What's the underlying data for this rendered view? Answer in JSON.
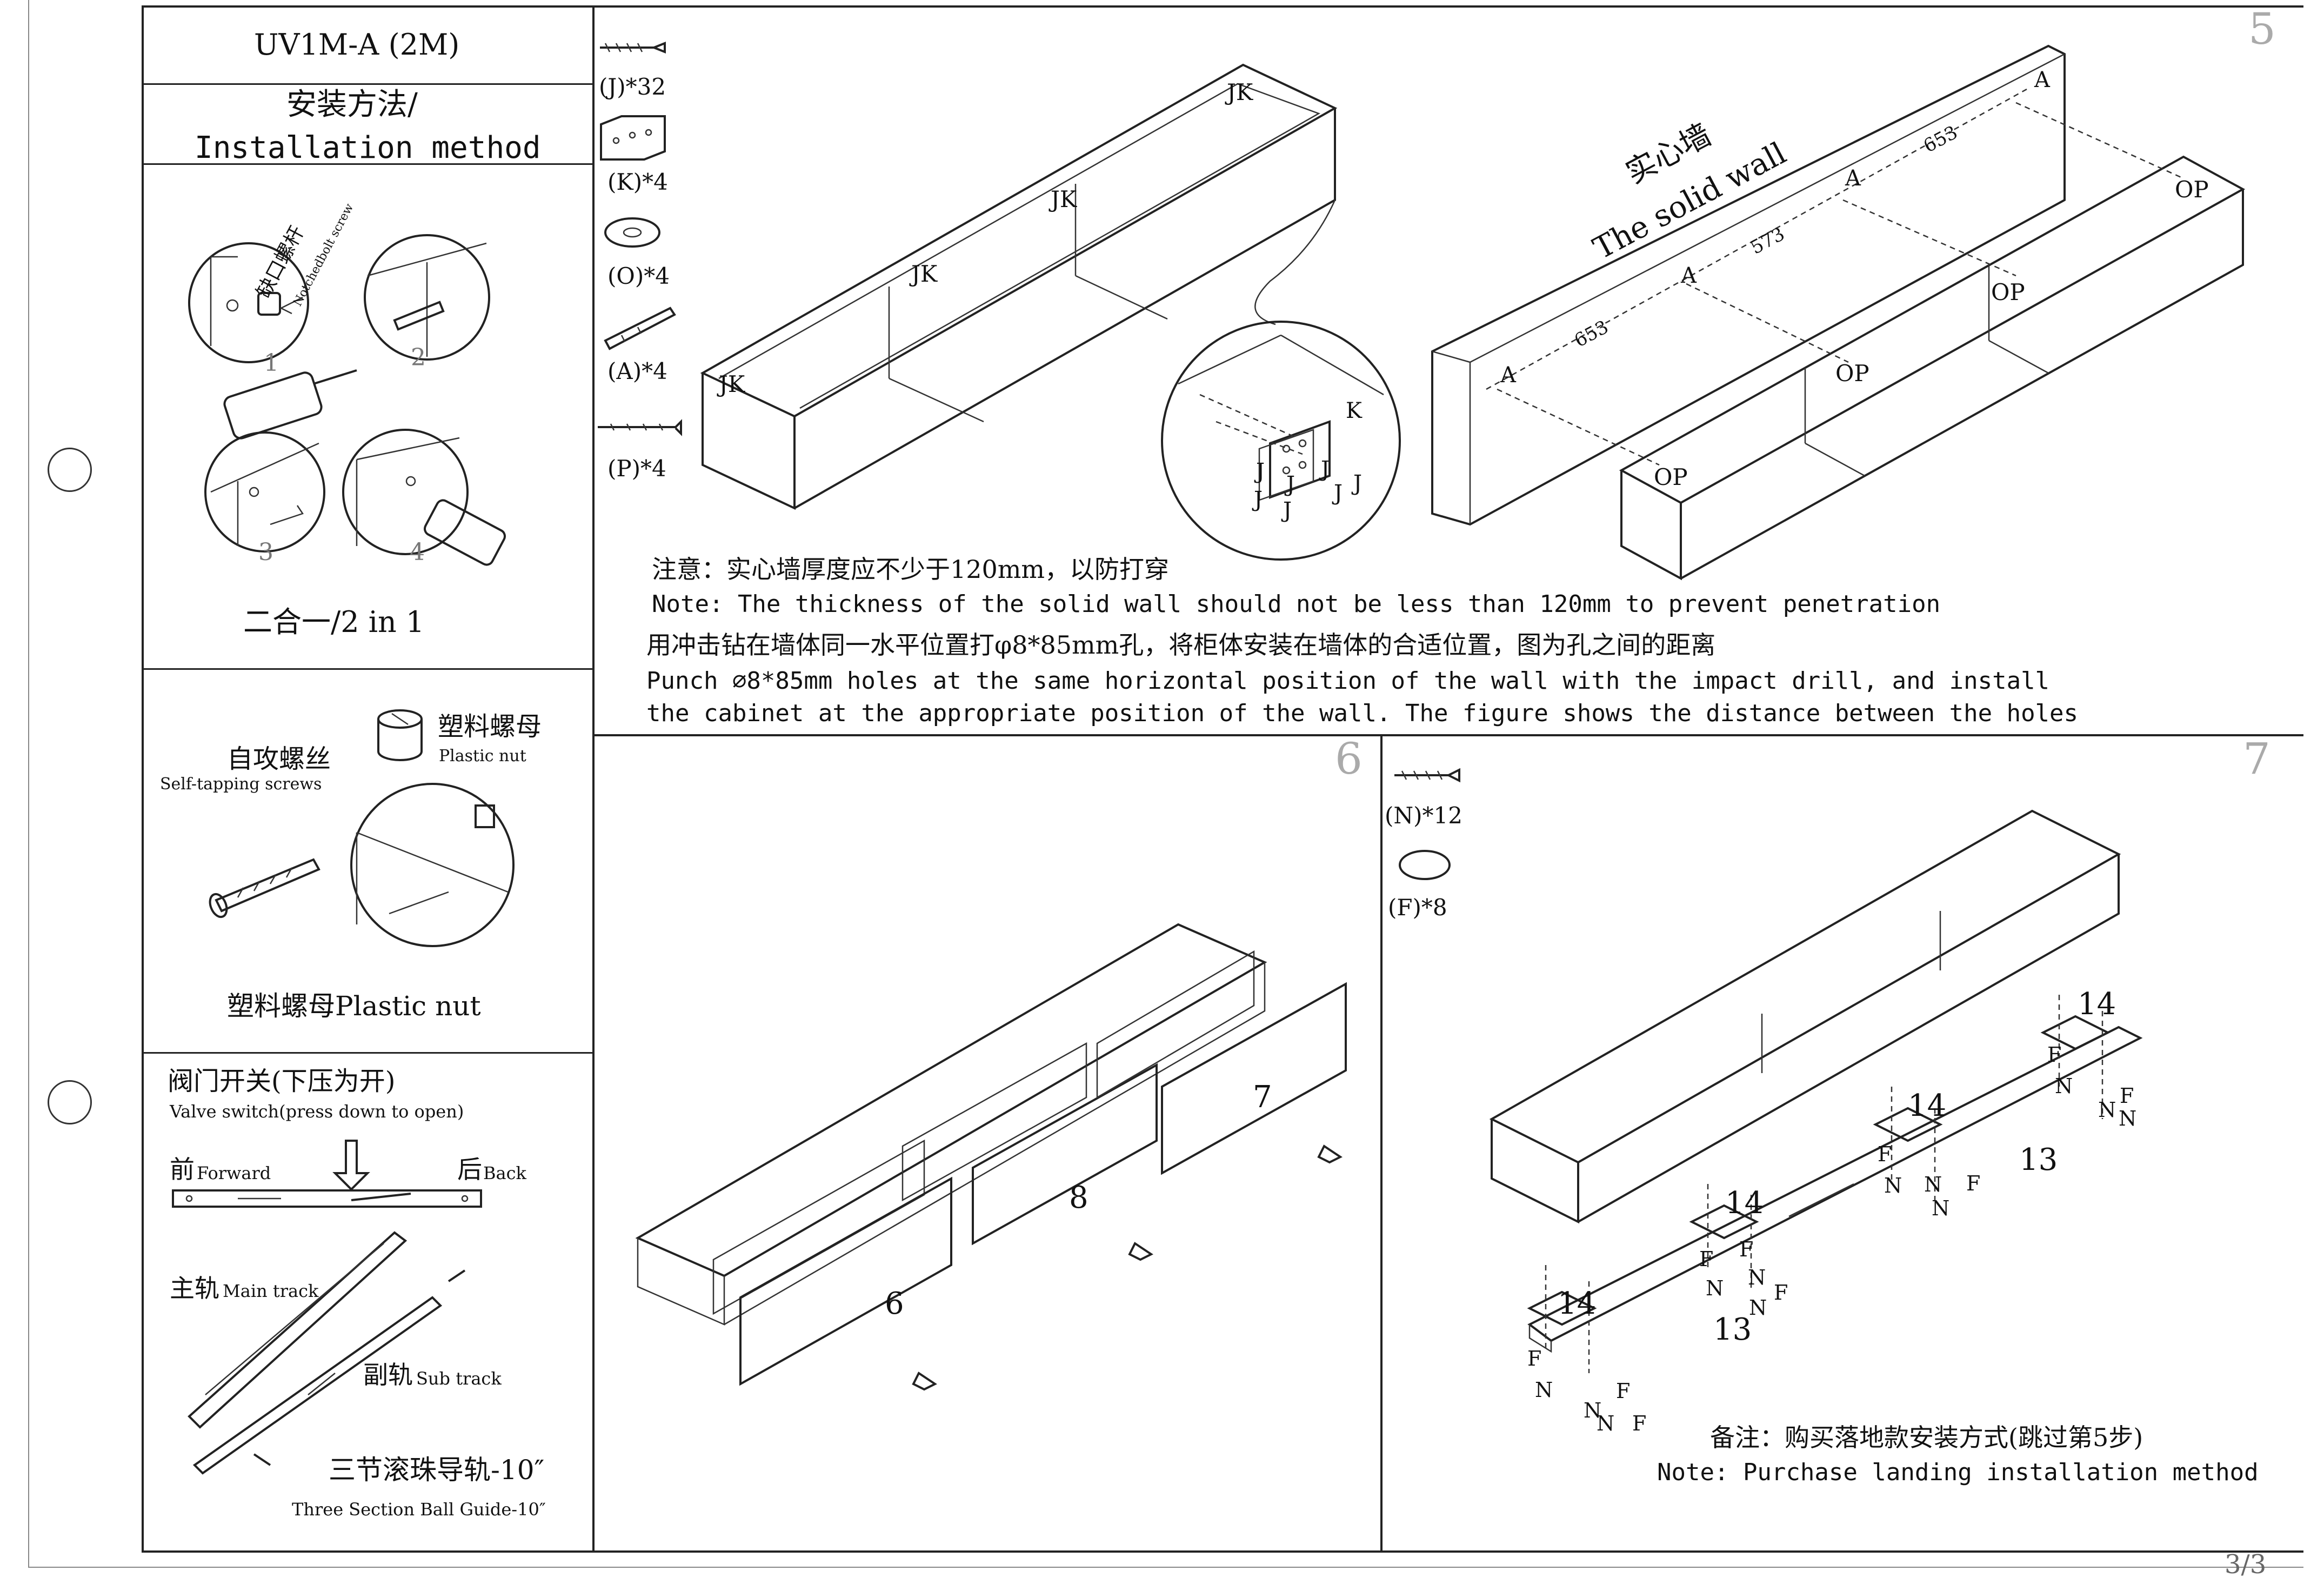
{
  "sheet": {
    "model": "UV1M-A (2M)",
    "page_number": "3/3"
  },
  "sidebar": {
    "install_title_cn": "安装方法/",
    "install_title_en": "Installation method",
    "notched_bolt_cn": "缺口螺杆",
    "notched_bolt_en": "Notchedbolt screw",
    "step_numbers": [
      "1",
      "2",
      "3",
      "4"
    ],
    "two_in_one": "二合一/2 in 1",
    "plastic_nut_cn": "塑料螺母",
    "plastic_nut_en": "Plastic nut",
    "self_tapping_cn": "自攻螺丝",
    "self_tapping_en": "Self-tapping screws",
    "plastic_nut_caption": "塑料螺母Plastic nut",
    "valve_cn": "阀门开关(下压为开)",
    "valve_en": "Valve switch(press down to open)",
    "forward_cn": "前",
    "forward_en": "Forward",
    "back_cn": "后",
    "back_en": "Back",
    "main_track_cn": "主轨",
    "main_track_en": "Main track",
    "sub_track_cn": "副轨",
    "sub_track_en": "Sub track",
    "ball_guide_cn": "三节滚珠导轨-10″",
    "ball_guide_en": "Three Section Ball Guide-10″"
  },
  "step5": {
    "number": "5",
    "parts": [
      {
        "label": "(J)*32",
        "icon": "screw-icon"
      },
      {
        "label": "(K)*4",
        "icon": "corner-bracket-icon"
      },
      {
        "label": "(O)*4",
        "icon": "washer-icon"
      },
      {
        "label": "(A)*4",
        "icon": "wall-anchor-icon"
      },
      {
        "label": "(P)*4",
        "icon": "long-screw-icon"
      }
    ],
    "cabinet_labels": [
      "JK",
      "JK",
      "JK",
      "JK"
    ],
    "detail_labels": [
      "K",
      "J",
      "J",
      "J",
      "J",
      "J",
      "J",
      "J"
    ],
    "wall_cn": "实心墙",
    "wall_en": "The solid wall",
    "anchor_labels": [
      "A",
      "A",
      "A",
      "A"
    ],
    "distances": [
      "653",
      "573",
      "653"
    ],
    "mount_labels": [
      "OP",
      "OP",
      "OP",
      "OP"
    ],
    "note_cn": "注意：实心墙厚度应不少于120mm，以防打穿",
    "note_en": "Note: The thickness of the solid wall should not be less than 120mm to prevent penetration",
    "instr_cn": "用冲击钻在墙体同一水平位置打φ8*85mm孔，将柜体安装在墙体的合适位置，图为孔之间的距离",
    "instr_en_1": "Punch ∅8*85mm holes at the same horizontal position of the wall with the impact drill, and install",
    "instr_en_2": "the cabinet at the appropriate position of the wall. The figure shows the distance between the holes"
  },
  "step6": {
    "number": "6",
    "drawers": [
      "6",
      "8",
      "7"
    ]
  },
  "step7": {
    "number": "7",
    "parts": [
      {
        "label": "(N)*12",
        "icon": "screw-icon"
      },
      {
        "label": "(F)*8",
        "icon": "foot-pad-icon"
      }
    ],
    "part_numbers": [
      "14",
      "14",
      "14",
      "14",
      "13",
      "13"
    ],
    "fn_labels": [
      "F",
      "N",
      "N",
      "N",
      "F",
      "F",
      "N",
      "N",
      "F",
      "F",
      "N",
      "N",
      "F",
      "F",
      "N",
      "N",
      "F",
      "F",
      "N",
      "N",
      "F",
      "N"
    ],
    "note_cn": "备注：购买落地款安装方式(跳过第5步)",
    "note_en": "Note: Purchase landing installation method"
  }
}
